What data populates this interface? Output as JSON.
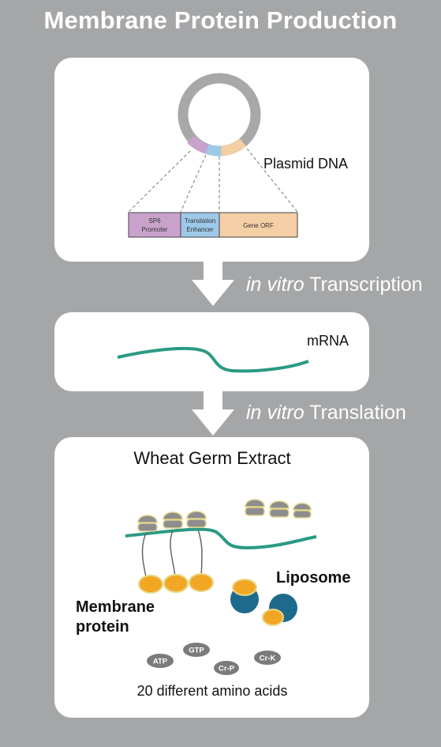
{
  "title": "Membrane Protein Production",
  "plasmid": {
    "label": "Plasmid DNA",
    "segments": [
      {
        "line1": "SP6",
        "line2": "Promoter",
        "color": "#c9a2cc"
      },
      {
        "line1": "Translation",
        "line2": "Enhancer",
        "color": "#9ec8e8"
      },
      {
        "line1": "Gene ORF",
        "line2": "",
        "color": "#f4cea4"
      }
    ],
    "ring_color": "#a8a8aa"
  },
  "steps": {
    "transcription": {
      "italic": "in vitro",
      "text": " Transcription"
    },
    "translation": {
      "italic": "in vitro",
      "text": " Translation"
    }
  },
  "mrna": {
    "label": "mRNA",
    "color": "#2a9a84"
  },
  "extract": {
    "title": "Wheat Germ Extract",
    "liposome_label": "Liposome",
    "protein_label_line1": "Membrane",
    "protein_label_line2": "protein",
    "molecules": [
      "ATP",
      "GTP",
      "Cr-P",
      "Cr-K"
    ],
    "amino_acids_label": "20 different amino acids",
    "liposome_color": "#1e6a8c",
    "protein_color": "#f2a724"
  }
}
